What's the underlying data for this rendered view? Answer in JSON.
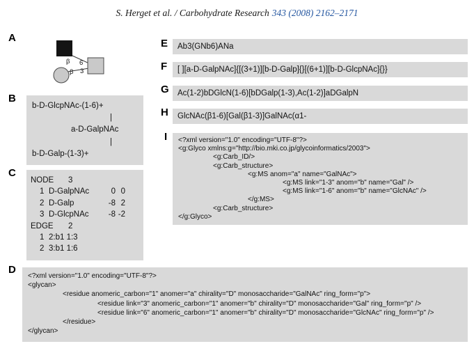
{
  "header": {
    "text_plain": "S. Herget et al. / Carbohydrate Research",
    "text_citation": "343 (2008) 2162–2171"
  },
  "colors": {
    "box_background": "#d9d9d9",
    "citation_blue": "#2456a0",
    "shape_gray": "#c9c9c9",
    "shape_black": "#141414"
  },
  "panel_a": {
    "label": "A",
    "diagram_labels": {
      "top_anomer": "β",
      "top_linkage": "6",
      "bottom_anomer": "β",
      "bottom_linkage": "3"
    }
  },
  "panel_b": {
    "label": "B",
    "lines": [
      "b-D-GlcpNAc-(1-6)+",
      "|",
      "a-D-GalpNAc",
      "|",
      "b-D-Galp-(1-3)+"
    ]
  },
  "panel_c": {
    "label": "C",
    "node_header": {
      "label": "NODE",
      "count": "3"
    },
    "nodes": [
      {
        "id": "1",
        "name": "D-GalpNAc",
        "x": "0",
        "y": "0"
      },
      {
        "id": "2",
        "name": "D-Galp",
        "x": "-8",
        "y": "2"
      },
      {
        "id": "3",
        "name": "D-GlcpNAc",
        "x": "-8",
        "y": "-2"
      }
    ],
    "edge_header": {
      "label": "EDGE",
      "count": "2"
    },
    "edges": [
      {
        "id": "1",
        "def": "2:b1 1:3"
      },
      {
        "id": "2",
        "def": "3:b1 1:6"
      }
    ]
  },
  "panel_d": {
    "label": "D",
    "lines": [
      "<?xml version=\"1.0\" encoding=\"UTF-8\"?>",
      "<glycan>",
      "                  <residue anomeric_carbon=\"1\" anomer=\"a\" chirality=\"D\" monosaccharide=\"GalNAc\" ring_form=\"p\">",
      "                                    <residue link=\"3\" anomeric_carbon=\"1\" anomer=\"b\" chirality=\"D\" monosaccharide=\"Gal\" ring_form=\"p\" />",
      "                                    <residue link=\"6\" anomeric_carbon=\"1\" anomer=\"b\" chirality=\"D\" monosaccharide=\"GlcNAc\" ring_form=\"p\" />",
      "                  </residue>",
      "</glycan>"
    ]
  },
  "panel_e": {
    "label": "E",
    "text": "Ab3(GNb6)ANa"
  },
  "panel_f": {
    "label": "F",
    "text": "[ ][a-D-GalpNAc]{[(3+1)][b-D-Galp]{}[(6+1)][b-D-GlcpNAc]{}}"
  },
  "panel_g": {
    "label": "G",
    "text": "Ac(1-2)bDGlcN(1-6)[bDGalp(1-3),Ac(1-2)]aDGalpN"
  },
  "panel_h": {
    "label": "H",
    "text": "GlcNAc(β1-6)[Gal(β1-3)]GalNAc(α1-"
  },
  "panel_i": {
    "label": "I",
    "lines": [
      "<?xml version=\"1.0\" encoding=\"UTF-8\"?>",
      "<g:Glyco xmlns:g=\"http://bio.mki.co.jp/glycoinformatics/2003\">",
      "                  <g:Carb_ID/>",
      "                  <g:Carb_structure>",
      "                                    <g:MS anom=\"a\" name=\"GalNAc\">",
      "                                                      <g:MS link=\"1-3\" anom=\"b\" name=\"Gal\" />",
      "                                                      <g:MS link=\"1-6\" anom=\"b\" name=\"GlcNAc\" />",
      "                                    </g:MS>",
      "                  <g:Carb_structure>",
      "</g:Glyco>"
    ]
  }
}
